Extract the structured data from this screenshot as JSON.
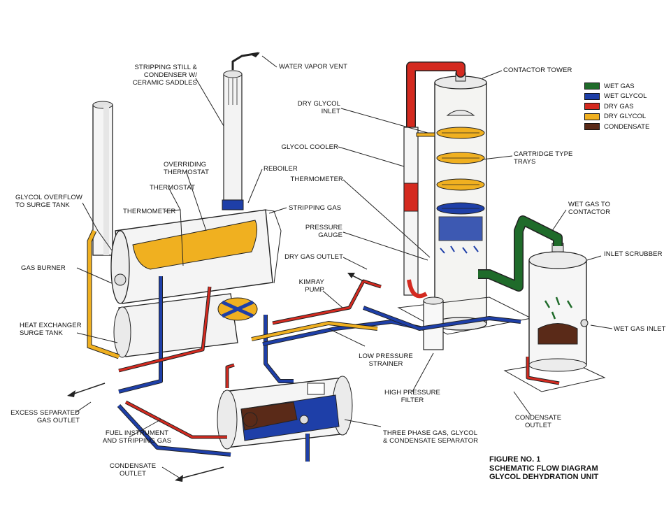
{
  "figure": {
    "line1": "FIGURE NO. 1",
    "line2": "SCHEMATIC FLOW DIAGRAM",
    "line3": "GLYCOL DEHYDRATION UNIT"
  },
  "legend": [
    {
      "label": "WET GAS",
      "color": "#1f6b2a"
    },
    {
      "label": "WET GLYCOL",
      "color": "#1e3fa8"
    },
    {
      "label": "DRY GAS",
      "color": "#d42a20"
    },
    {
      "label": "DRY GLYCOL",
      "color": "#f0b020"
    },
    {
      "label": "CONDENSATE",
      "color": "#5a2a18"
    }
  ],
  "labels": {
    "water_vapor_vent": "WATER VAPOR VENT",
    "stripping_still": "STRIPPING STILL &\nCONDENSER W/\nCERAMIC SADDLES",
    "contactor_tower": "CONTACTOR TOWER",
    "dry_glycol_inlet": "DRY GLYCOL\nINLET",
    "glycol_cooler": "GLYCOL COOLER",
    "cartridge_trays": "CARTRIDGE TYPE\nTRAYS",
    "overriding_thermostat": "OVERRIDING\nTHERMOSTAT",
    "reboiler": "REBOILER",
    "thermostat": "THERMOSTAT",
    "glycol_overflow": "GLYCOL OVERFLOW\nTO SURGE TANK",
    "thermometer_left": "THERMOMETER",
    "stripping_gas": "STRIPPING GAS",
    "thermometer_right": "THERMOMETER",
    "wet_gas_to_contactor": "WET GAS TO\nCONTACTOR",
    "pressure_gauge": "PRESSURE\nGAUGE",
    "inlet_scrubber": "INLET SCRUBBER",
    "gas_burner": "GAS BURNER",
    "dry_gas_outlet": "DRY GAS OUTLET",
    "kimray_pump": "KIMRAY\nPUMP",
    "wet_gas_inlet": "WET GAS INLET",
    "heat_exchanger": "HEAT EXCHANGER\nSURGE TANK",
    "low_pressure_strainer": "LOW PRESSURE\nSTRAINER",
    "high_pressure_filter": "HIGH PRESSURE\nFILTER",
    "excess_gas_outlet": "EXCESS SEPARATED\nGAS OUTLET",
    "condensate_outlet_right": "CONDENSATE\nOUTLET",
    "fuel_instrument": "FUEL INSTRUMENT\nAND STRIPPING GAS",
    "three_phase": "THREE PHASE GAS, GLYCOL\n& CONDENSATE SEPARATOR",
    "condensate_outlet_bottom": "CONDENSATE\nOUTLET"
  }
}
